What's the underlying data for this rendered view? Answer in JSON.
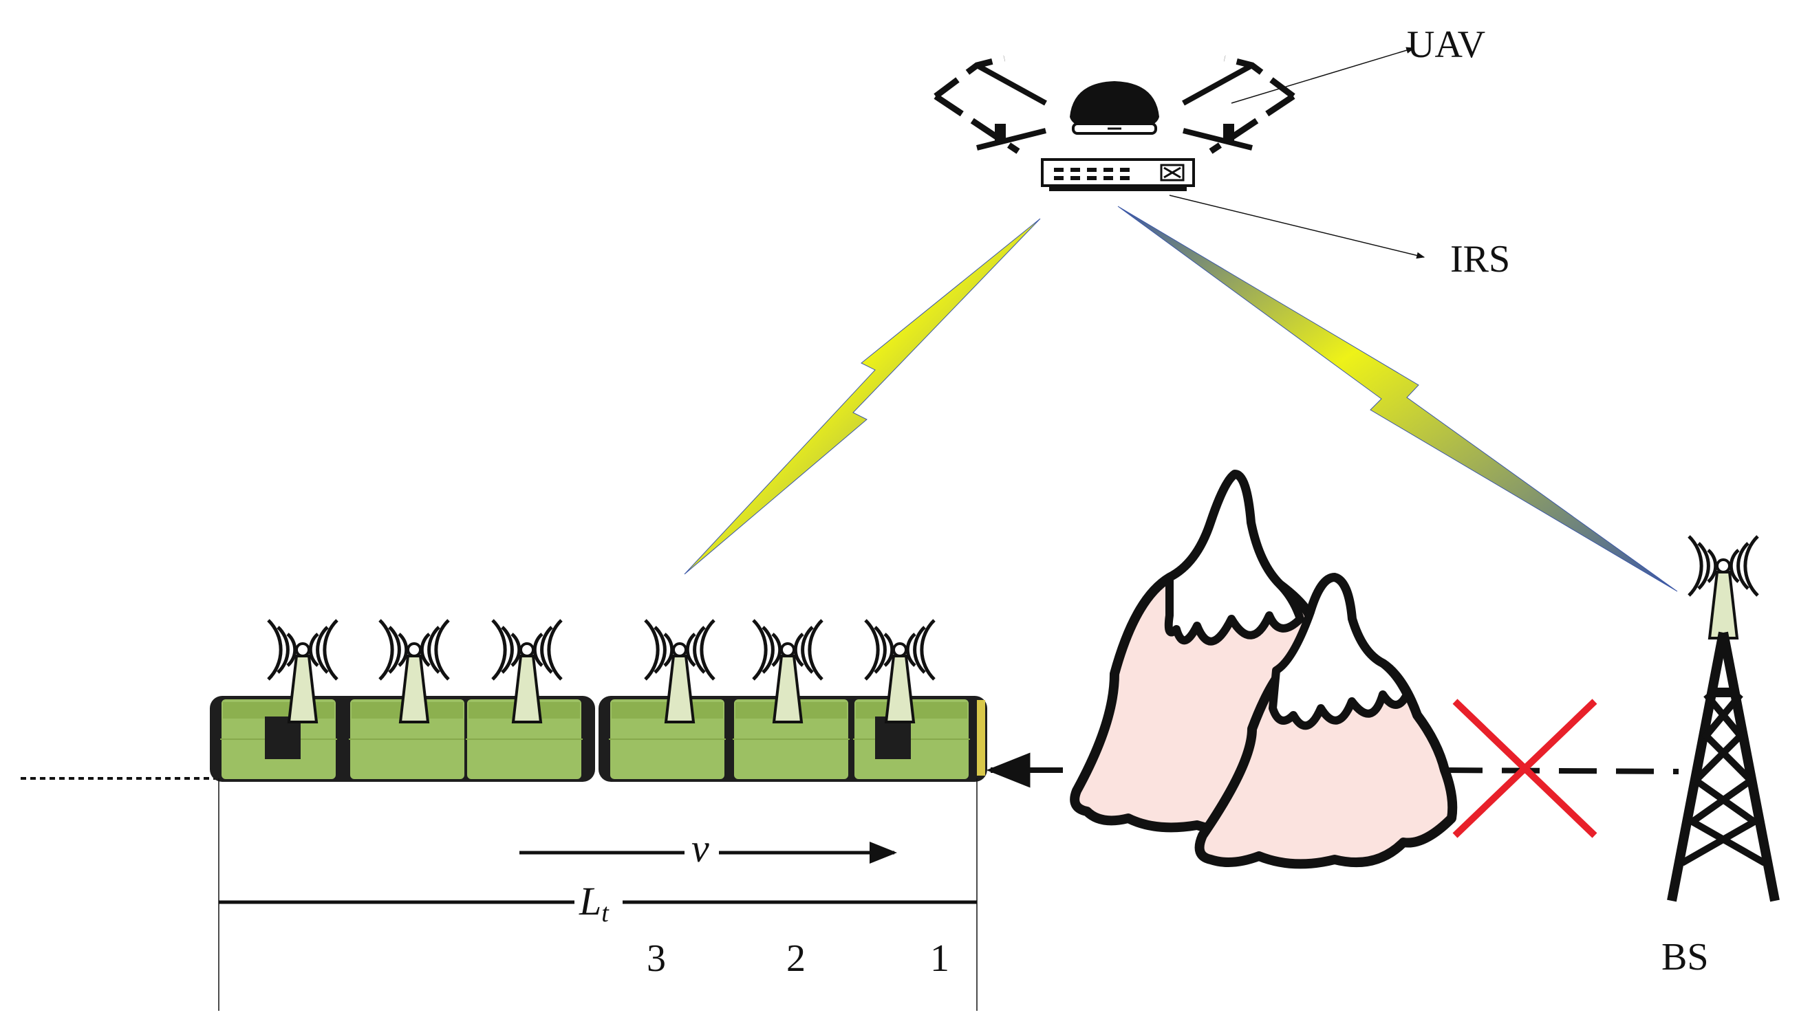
{
  "labels": {
    "uav": "UAV",
    "irs": "IRS",
    "bs": "BS",
    "velocity": "v",
    "train_length": "L",
    "train_length_sub": "t",
    "car_1": "1",
    "car_2": "2",
    "car_3": "3"
  },
  "colors": {
    "train_body": "#9cc063",
    "train_dark": "#1e1e1e",
    "antenna": "#dfe8c4",
    "mountain": "#fbe3df",
    "lightning_yellow": "#eef218",
    "lightning_blue": "#3b57a6",
    "blocked_cross": "#e8202a",
    "ink": "#111111"
  },
  "icons": {
    "uav": "drone-icon",
    "irs": "reflecting-surface-icon",
    "bs": "cell-tower-icon",
    "mountain": "mountain-icon",
    "antenna": "antenna-icon",
    "blocked": "cross-icon"
  }
}
